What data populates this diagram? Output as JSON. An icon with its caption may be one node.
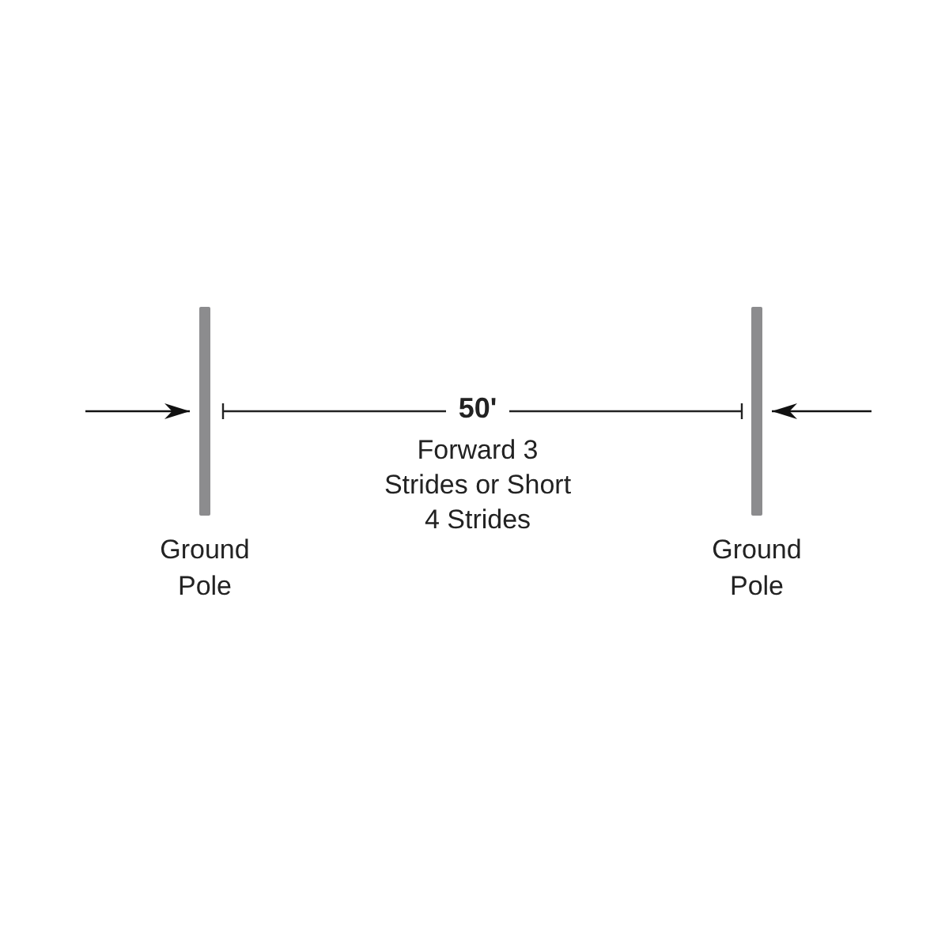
{
  "diagram": {
    "nodes": [
      {
        "text": [],
        "shape": "bar",
        "beside": [
          "Ground Pole"
        ]
      },
      {
        "text": [],
        "shape": "bar",
        "beside": [
          "Ground Pole"
        ]
      }
    ],
    "edges": [
      {
        "from": null,
        "to": 0,
        "arrow": "to"
      },
      {
        "from": null,
        "to": 1,
        "arrow": "to"
      }
    ],
    "labels": [
      "50'",
      "Forward 3 Strides or Short 4 Strides"
    ]
  }
}
